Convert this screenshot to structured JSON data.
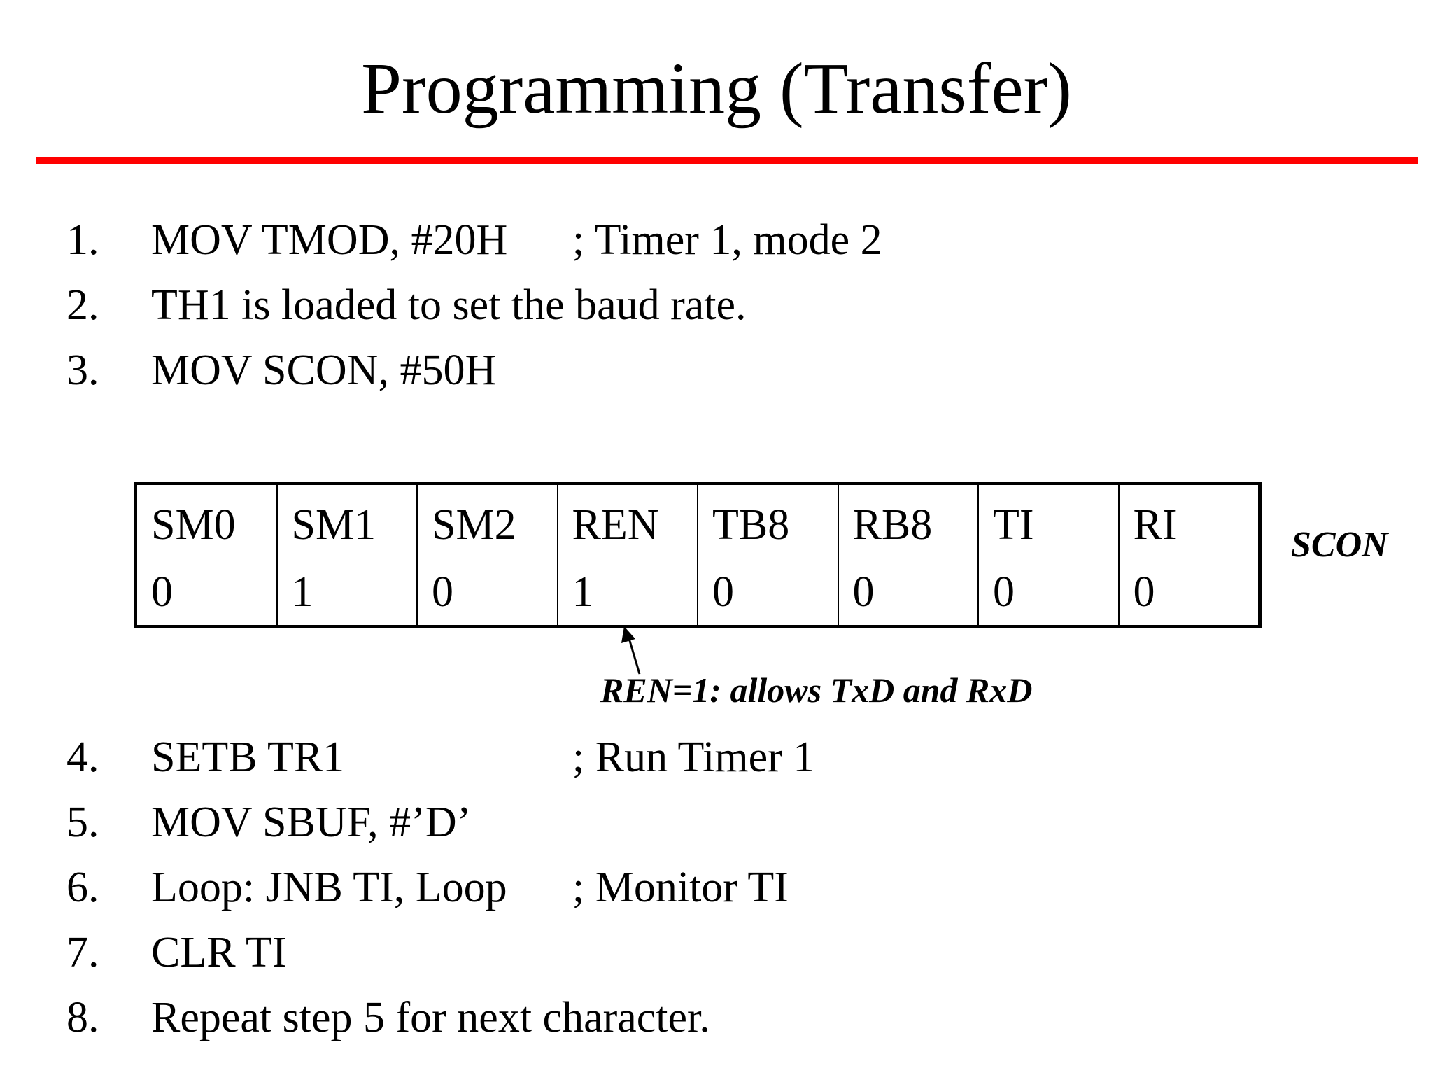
{
  "slide": {
    "title": "Programming (Transfer)",
    "steps_top": [
      {
        "num": "1.",
        "code": "MOV TMOD, #20H",
        "comment": "; Timer 1, mode 2"
      },
      {
        "num": "2.",
        "code": "TH1 is loaded to set the baud rate.",
        "comment": ""
      },
      {
        "num": "3.",
        "code": "MOV SCON, #50H",
        "comment": ""
      }
    ],
    "register": {
      "label": "SCON",
      "bits": [
        {
          "name": "SM0",
          "value": "0"
        },
        {
          "name": "SM1",
          "value": "1"
        },
        {
          "name": "SM2",
          "value": "0"
        },
        {
          "name": "REN",
          "value": "1"
        },
        {
          "name": "TB8",
          "value": "0"
        },
        {
          "name": "RB8",
          "value": "0"
        },
        {
          "name": "TI",
          "value": "0"
        },
        {
          "name": "RI",
          "value": "0"
        }
      ],
      "annotation": "REN=1: allows TxD and RxD"
    },
    "steps_bottom": [
      {
        "num": "4.",
        "code": "SETB TR1",
        "comment": "; Run Timer 1"
      },
      {
        "num": "5.",
        "code": "MOV SBUF, #’D’",
        "comment": ""
      },
      {
        "num": "6.",
        "code": "Loop: JNB TI, Loop",
        "comment": "; Monitor TI"
      },
      {
        "num": "7.",
        "code": "CLR TI",
        "comment": ""
      },
      {
        "num": "8.",
        "code": "Repeat step 5 for next character.",
        "comment": ""
      }
    ],
    "colors": {
      "title_rule": "#ff0000",
      "text": "#000000",
      "background": "#ffffff"
    }
  }
}
